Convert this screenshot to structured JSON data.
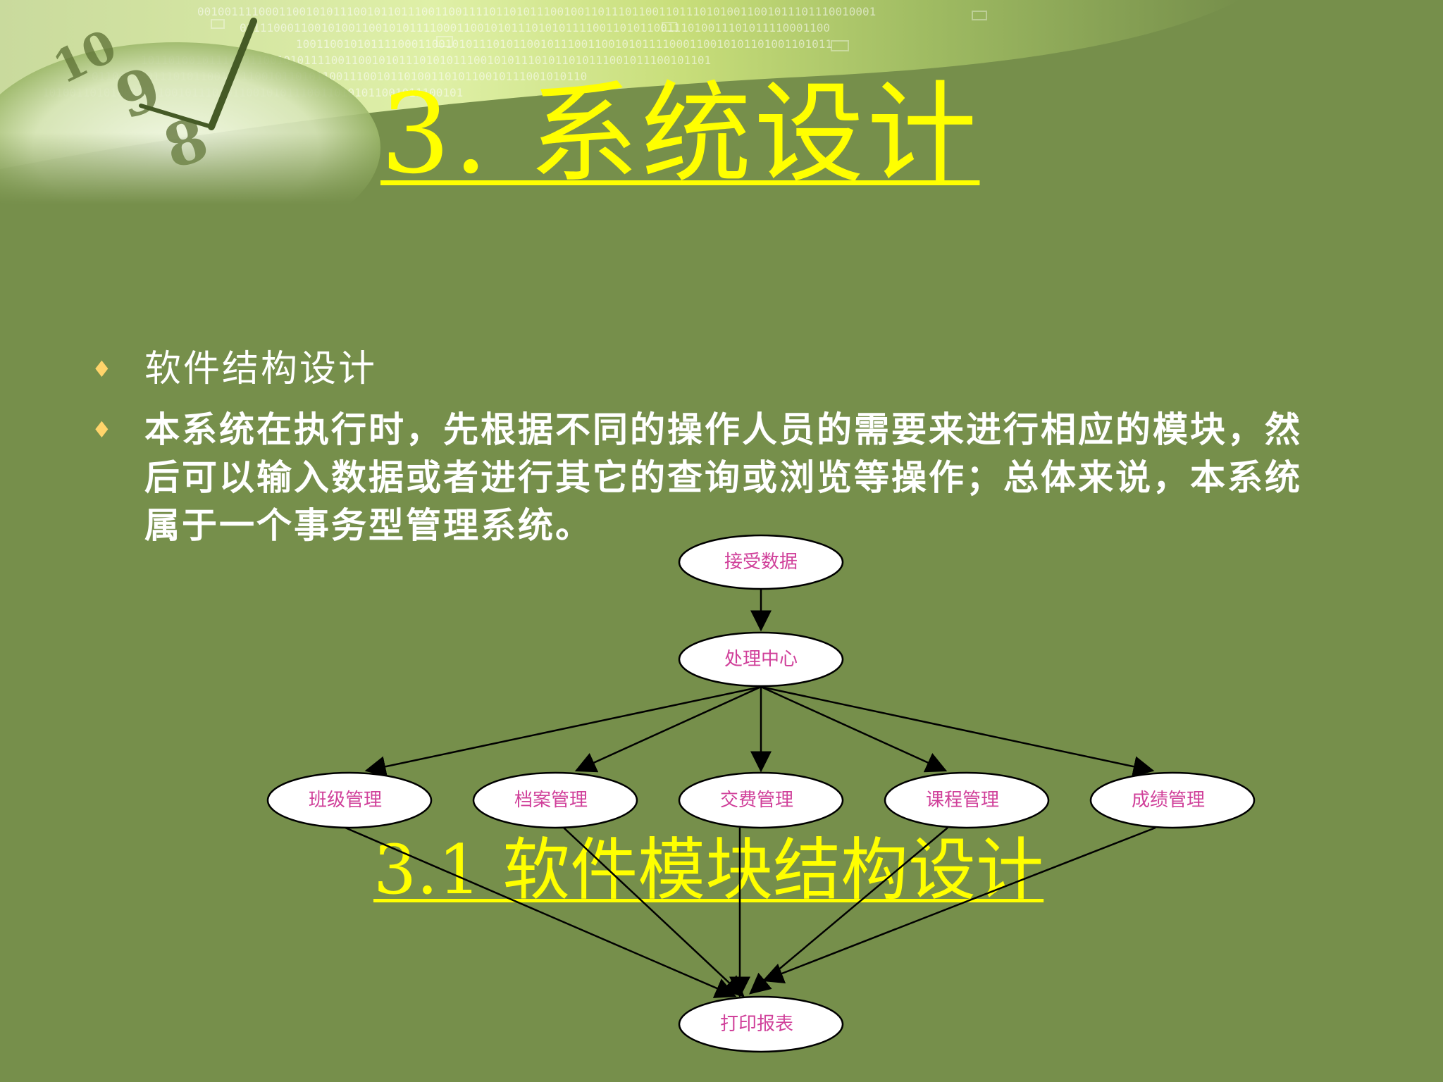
{
  "slide": {
    "title": "3. 系统设计",
    "bullets": [
      {
        "text": "软件结构设计",
        "marker": "♦"
      },
      {
        "text": "本系统在执行时，先根据不同的操作人员的需要来进行相应的模块，然后可以输入数据或者进行其它的查询或浏览等操作；总体来说，本系统属于一个事务型管理系统。",
        "marker": "♦"
      }
    ],
    "subtitle": "3.1 软件模块结构设计"
  },
  "diagram": {
    "nodes": {
      "receive": "接受数据",
      "process": "处理中心",
      "class_mgmt": "班级管理",
      "archive_mgmt": "档案管理",
      "fee_mgmt": "交费管理",
      "course_mgmt": "课程管理",
      "grade_mgmt": "成绩管理",
      "print": "打印报表"
    },
    "colors": {
      "node_fill": "#ffffff",
      "node_text": "#d0409a",
      "edge": "#000000"
    }
  },
  "theme": {
    "background": "#768f4b",
    "title_color": "#ffff00",
    "bullet_color": "#ffd46b",
    "body_text": "#ffffff"
  }
}
